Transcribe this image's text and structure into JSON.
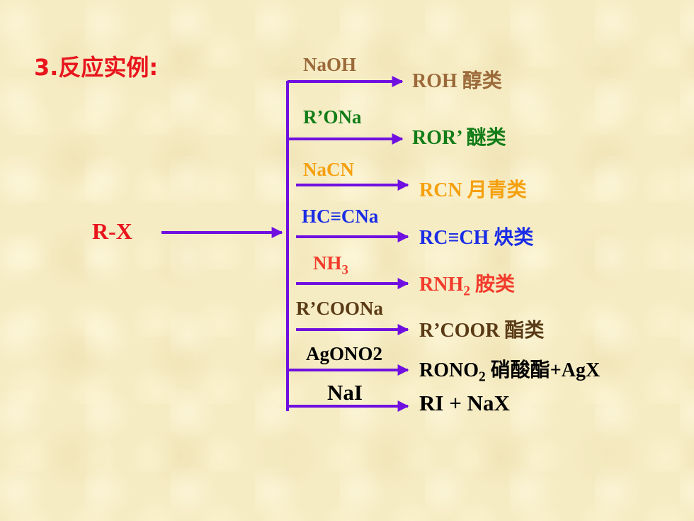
{
  "heading": "3.反应实例:",
  "substrate": "R-X",
  "colors": {
    "arrow": "#7010e0",
    "heading": "#e8141c",
    "brown": "#9c6a3a",
    "green": "#127d18",
    "orange": "#f5a00f",
    "blue": "#1a2ce6",
    "red": "#f23b2c",
    "darkbrown": "#5a3b16",
    "black": "#000000"
  },
  "reactions": [
    {
      "reagent": "NaOH",
      "product": "ROH 醇类",
      "reagent_color": "brown",
      "product_color": "brown"
    },
    {
      "reagent": "R’ONa",
      "product": "ROR’ 醚类",
      "reagent_color": "green",
      "product_color": "green"
    },
    {
      "reagent": "NaCN",
      "product": "RCN  月青类",
      "reagent_color": "orange",
      "product_color": "orange"
    },
    {
      "reagent": "HC≡CNa",
      "product": "RC≡CH 炔类",
      "reagent_color": "blue",
      "product_color": "blue"
    },
    {
      "reagent": "NH3",
      "product": "RNH2 胺类",
      "reagent_color": "red",
      "product_color": "red"
    },
    {
      "reagent": "R’COONa",
      "product": "R’COOR 酯类",
      "reagent_color": "darkbrown",
      "product_color": "darkbrown"
    },
    {
      "reagent": "AgONO2",
      "product": "RONO2  硝酸酯+AgX",
      "reagent_color": "black",
      "product_color": "black"
    },
    {
      "reagent": "NaI",
      "product": "RI + NaX",
      "reagent_color": "black",
      "product_color": "black"
    }
  ]
}
